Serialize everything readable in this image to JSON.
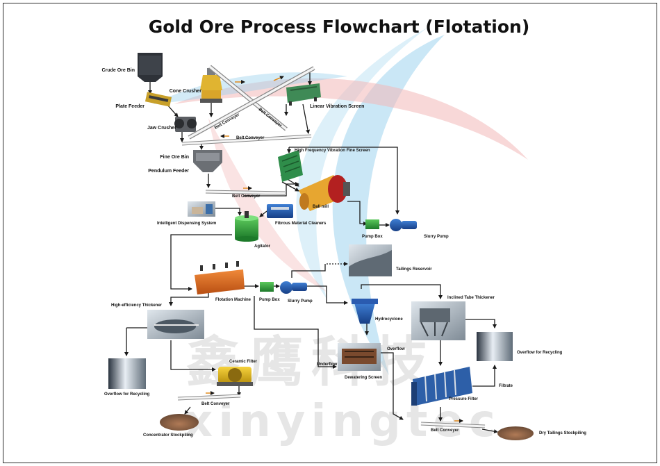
{
  "title": "Gold Ore  Process Flowchart (Flotation)",
  "watermark": {
    "chinese": "鑫鹰科技",
    "latin": "xinyingtec"
  },
  "colors": {
    "swoosh_blue": "#9ed3ee",
    "swoosh_red": "#f2b8b8",
    "flow_line": "#1a1a1a",
    "conveyor_arrow": "#e08a1e"
  },
  "labels": {
    "crude_ore_bin": "Crude Ore Bin",
    "cone_crusher": "Cone Crusher",
    "plate_feeder": "Plate Feeder",
    "jaw_crusher": "Jaw Crusher",
    "belt_conveyor_diag1": "Belt Conveyer",
    "belt_conveyor_diag2": "Belt Conveyer",
    "linear_vibration_screen": "Linear Vibration Screen",
    "belt_conveyor_top": "Belt Conveyer",
    "fine_ore_bin": "Fine Ore Bin",
    "pendulum_feeder": "Pendulum Feeder",
    "high_frequency_screen": "High Frequency Vibration Fine Screen",
    "belt_conveyor_mid": "Belt Conveyer",
    "ball_mill": "Ball mill",
    "intelligent_dispensing": "Intelligent Dispensing System",
    "fibrous_cleaners": "Fibrous Material Cleaners",
    "pump_box_1": "Pump Box",
    "slurry_pump_1": "Slurry Pump",
    "agitator": "Agitator",
    "tailings_reservoir": "Tailings Reservoir",
    "flotation_machine": "Flotation Machine",
    "pump_box_2": "Pump Box",
    "slurry_pump_2": "Slurry Pump",
    "inclined_thickener": "Inclined Tabe Thickener",
    "high_efficiency_thickener": "High-efficiency  Thickener",
    "hydrocyclone": "Hydrocyclone",
    "overflow_mid": "Overflow",
    "overflow_recycling_right": "Overflow for Recycling",
    "ceramic_filter": "Ceramic Filter",
    "underflow": "Underflow",
    "dewatering_screen": "Dewatering Screen",
    "filtrate": "Filtrate",
    "overflow_recycling_left": "Overflow for Recycling",
    "pressure_filter": "Pressure Filter",
    "belt_conveyor_left": "Belt Conveyer",
    "belt_conveyor_right": "Belt Conveyer",
    "concentrator_stockpiling": "Concentrator  Stockpiling",
    "dry_tailings_stockpiling": "Dry Tailings Stockpiling"
  }
}
